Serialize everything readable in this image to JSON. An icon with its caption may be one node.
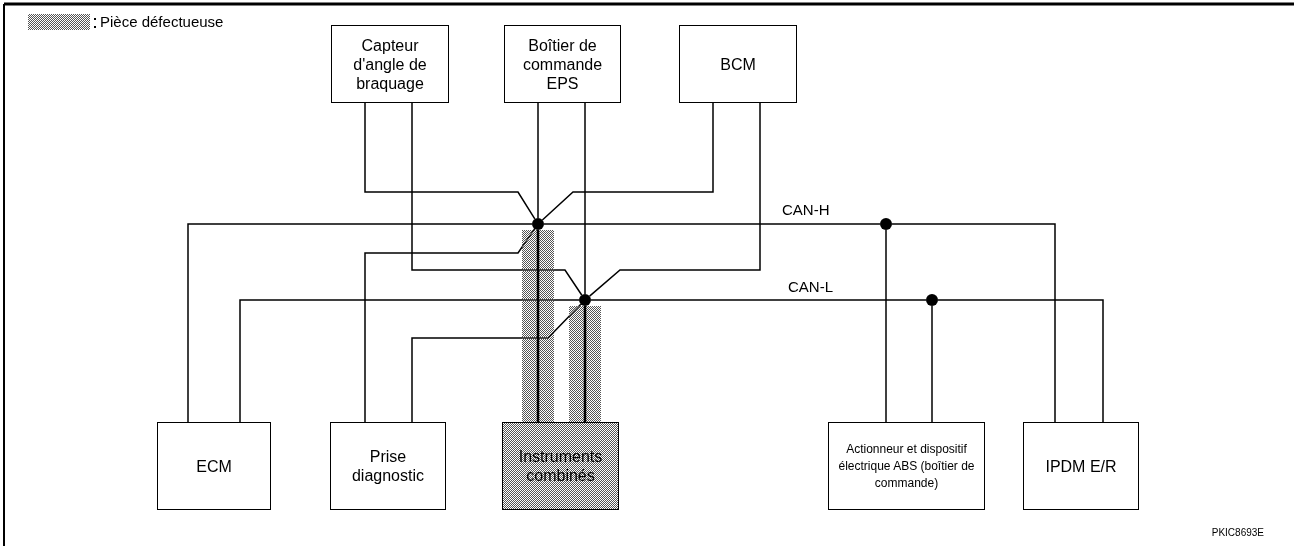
{
  "diagram": {
    "nodes": [
      {
        "text": [
          "Capteur d'angle de braquage"
        ]
      },
      {
        "text": [
          "Boîtier de commande EPS"
        ]
      },
      {
        "text": [
          "BCM"
        ]
      },
      {
        "text": [
          "ECM"
        ]
      },
      {
        "text": [
          "Prise diagnostic"
        ]
      },
      {
        "text": [
          "Instruments combinés"
        ]
      },
      {
        "text": [
          "Actionneur et dispositif électrique ABS (boîtier de commande)"
        ]
      },
      {
        "text": [
          "IPDM E/R"
        ]
      },
      {
        "text": [],
        "shape": "circle"
      },
      {
        "text": [],
        "shape": "circle"
      },
      {
        "text": [],
        "shape": "circle"
      },
      {
        "text": [],
        "shape": "circle"
      }
    ],
    "edges": [
      {
        "from": 3,
        "to": 8,
        "arrow": "none"
      },
      {
        "from": 8,
        "to": 9,
        "arrow": "none",
        "label": "CAN-H"
      },
      {
        "from": 9,
        "to": 7,
        "arrow": "none"
      },
      {
        "from": 3,
        "to": 10,
        "arrow": "none"
      },
      {
        "from": 10,
        "to": 11,
        "arrow": "none",
        "label": "CAN-L"
      },
      {
        "from": 11,
        "to": 7,
        "arrow": "none"
      },
      {
        "from": 0,
        "to": 8,
        "arrow": "none"
      },
      {
        "from": 0,
        "to": 10,
        "arrow": "none"
      },
      {
        "from": 1,
        "to": 8,
        "arrow": "none"
      },
      {
        "from": 1,
        "to": 10,
        "arrow": "none"
      },
      {
        "from": 2,
        "to": 8,
        "arrow": "none"
      },
      {
        "from": 2,
        "to": 10,
        "arrow": "none"
      },
      {
        "from": 4,
        "to": 8,
        "arrow": "none"
      },
      {
        "from": 4,
        "to": 10,
        "arrow": "none"
      },
      {
        "from": 8,
        "to": 5,
        "arrow": "none",
        "style": "thick"
      },
      {
        "from": 10,
        "to": 5,
        "arrow": "none",
        "style": "thick"
      },
      {
        "from": 6,
        "to": 9,
        "arrow": "none"
      },
      {
        "from": 6,
        "to": 11,
        "arrow": "none"
      }
    ],
    "labels": [
      "PKIC8693E"
    ],
    "legend": [
      {
        "text": "Pièce défectueuse"
      }
    ]
  }
}
